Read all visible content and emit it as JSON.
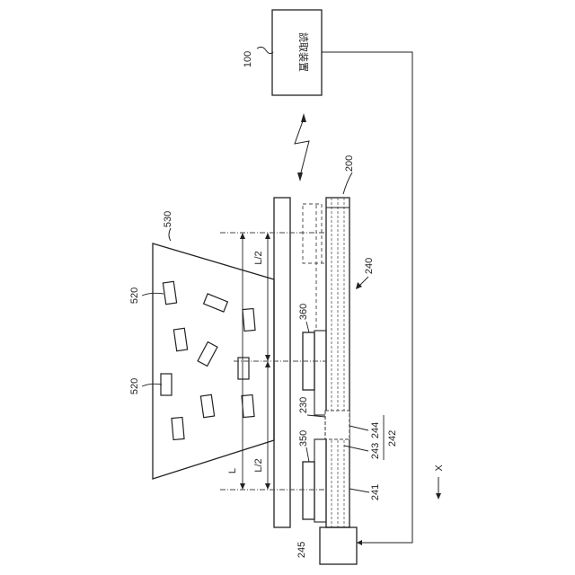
{
  "labels": {
    "device_100": "100",
    "device_100_text": "読取装置",
    "unit_200": "200",
    "part_230": "230",
    "part_240": "240",
    "part_241": "241",
    "part_242": "242",
    "part_243": "243",
    "part_244": "244",
    "part_245": "245",
    "part_350": "350",
    "part_360": "360",
    "region_530": "530",
    "item_520_a": "520",
    "item_520_b": "520",
    "dim_L": "L",
    "dim_half_top": "L/2",
    "dim_half_bottom": "L/2",
    "axis_x": "X"
  },
  "colors": {
    "line": "#222222",
    "dashed": "#444444",
    "background": "#ffffff"
  }
}
